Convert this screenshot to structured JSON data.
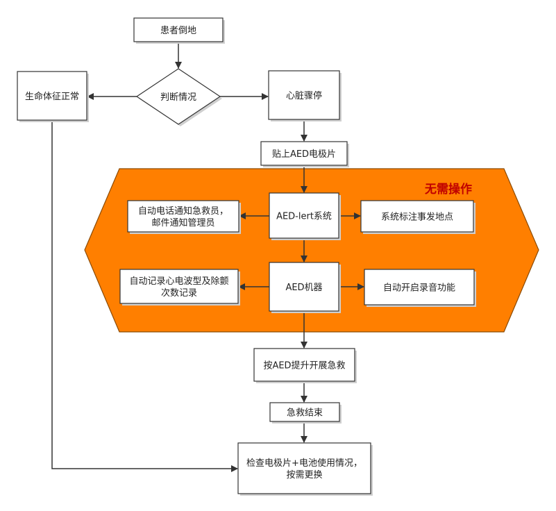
{
  "colors": {
    "region_fill": "#ff7f00",
    "region_stroke": "#8b4a00",
    "region_label": "#c00000",
    "box_stroke": "#333333",
    "arrow": "#333333"
  },
  "region": {
    "label": "无需操作"
  },
  "nodes": {
    "patient_fall": {
      "lines": [
        "患者倒地"
      ]
    },
    "judge": {
      "lines": [
        "判断情况"
      ]
    },
    "vital_normal": {
      "lines": [
        "生命体征正常"
      ]
    },
    "cardiac_arrest": {
      "lines": [
        "心脏骤停"
      ]
    },
    "attach_pads": {
      "lines": [
        "贴上AED电极片"
      ]
    },
    "aed_alert": {
      "lines": [
        "AED-lert系统"
      ]
    },
    "auto_notify": {
      "lines": [
        "自动电话通知急救员，",
        "邮件通知管理员"
      ]
    },
    "mark_location": {
      "lines": [
        "系统标注事发地点"
      ]
    },
    "aed_machine": {
      "lines": [
        "AED机器"
      ]
    },
    "auto_record": {
      "lines": [
        "自动记录心电波型及除颤",
        "次数记录"
      ]
    },
    "auto_audio": {
      "lines": [
        "自动开启录音功能"
      ]
    },
    "press_aed": {
      "lines": [
        "按AED提升开展急救"
      ]
    },
    "rescue_end": {
      "lines": [
        "急救结束"
      ]
    },
    "check": {
      "lines": [
        "检查电极片+电池使用情况，",
        "按需更换"
      ]
    }
  }
}
